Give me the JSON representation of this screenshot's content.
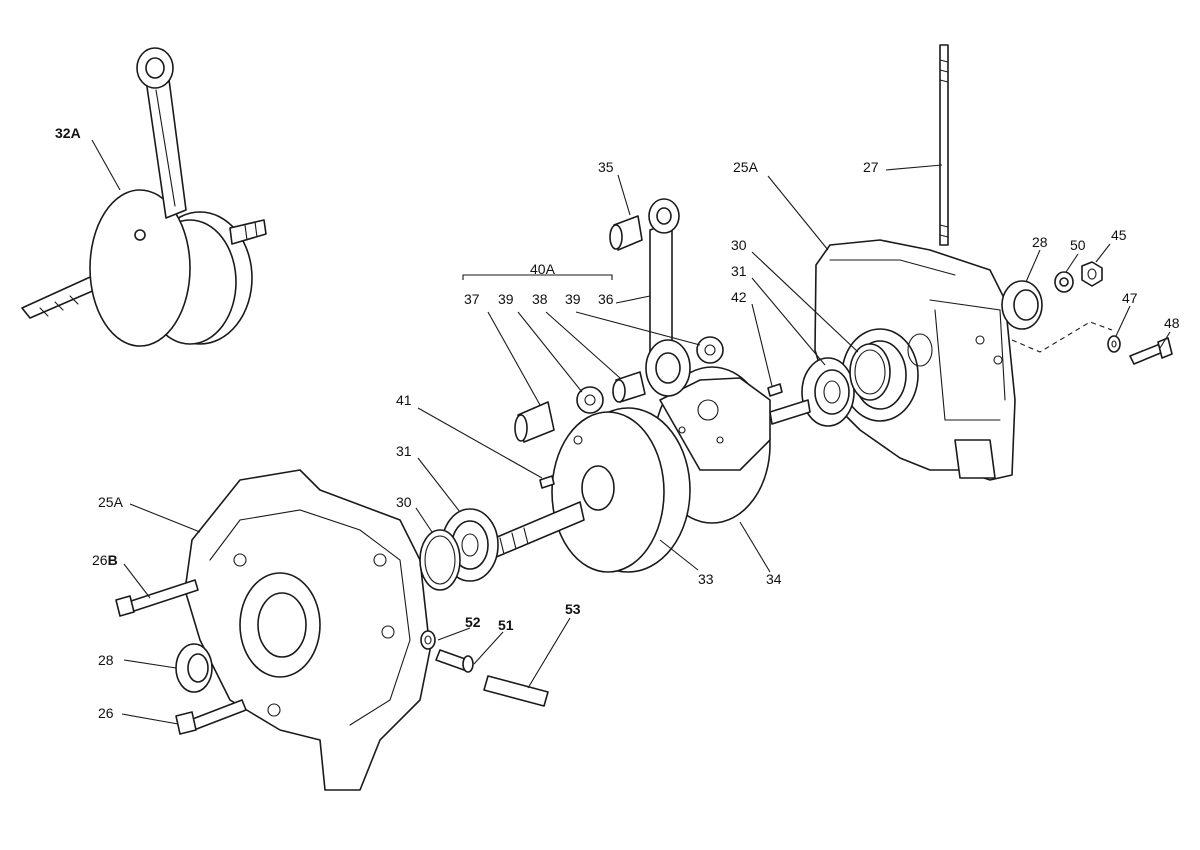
{
  "colors": {
    "line": "#1a1a1a",
    "background": "#ffffff",
    "text": "#111111"
  },
  "labels": {
    "l_32a": "32A",
    "l_25a_top": "25A",
    "l_27": "27",
    "l_35": "35",
    "l_40a": "40A",
    "l_37": "37",
    "l_39a": "39",
    "l_38": "38",
    "l_39b": "39",
    "l_36": "36",
    "l_30_top": "30",
    "l_31_top": "31",
    "l_42": "42",
    "l_28_top": "28",
    "l_50": "50",
    "l_45": "45",
    "l_47": "47",
    "l_48": "48",
    "l_41": "41",
    "l_31_mid": "31",
    "l_30_mid": "30",
    "l_25a_left": "25A",
    "l_26b_num": "26",
    "l_26b_letter": "B",
    "l_28_left": "28",
    "l_26": "26",
    "l_52": "52",
    "l_51": "51",
    "l_53": "53",
    "l_33": "33",
    "l_34": "34"
  }
}
